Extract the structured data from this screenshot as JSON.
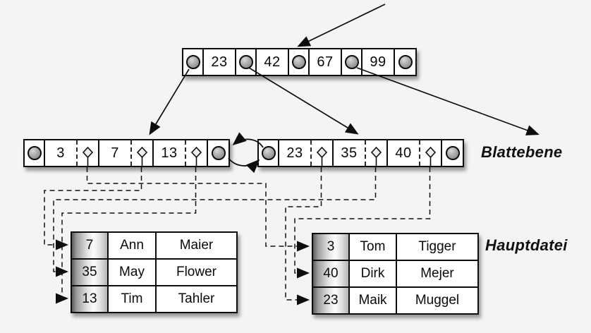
{
  "root_node": {
    "keys": [
      "23",
      "42",
      "67",
      "99"
    ]
  },
  "leaf_level": {
    "label": "Blattebene",
    "nodes": [
      {
        "keys": [
          "3",
          "7",
          "13"
        ]
      },
      {
        "keys": [
          "23",
          "35",
          "40"
        ]
      }
    ]
  },
  "main_file": {
    "label": "Hauptdatei",
    "tables": [
      {
        "rows": [
          {
            "key": "7",
            "first": "Ann",
            "last": "Maier"
          },
          {
            "key": "35",
            "first": "May",
            "last": "Flower"
          },
          {
            "key": "13",
            "first": "Tim",
            "last": "Tahler"
          }
        ]
      },
      {
        "rows": [
          {
            "key": "3",
            "first": "Tom",
            "last": "Tigger"
          },
          {
            "key": "40",
            "first": "Dirk",
            "last": "Mejer"
          },
          {
            "key": "23",
            "first": "Maik",
            "last": "Muggel"
          }
        ]
      }
    ]
  },
  "colors": {
    "background": "#f4f4f4",
    "line": "#0d0d0d",
    "box_fill": "#ffffff"
  }
}
